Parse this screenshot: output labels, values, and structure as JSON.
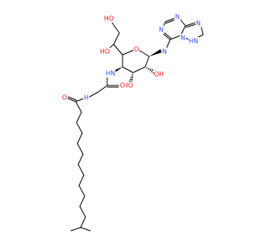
{
  "colors": {
    "bond": "#000000",
    "O": "#ff0d0d",
    "N": "#3050f8",
    "background": "#ffffff"
  },
  "atoms": [
    {
      "id": "A1",
      "label": "HO",
      "element": "O"
    },
    {
      "id": "A2",
      "label": "HO",
      "element": "O"
    },
    {
      "id": "A3",
      "label": "O",
      "element": "O"
    },
    {
      "id": "A4",
      "label": "N",
      "element": "N"
    },
    {
      "id": "A5",
      "label": "N",
      "element": "N"
    },
    {
      "id": "A6",
      "label": "N",
      "element": "N"
    },
    {
      "id": "A7",
      "label": "HN",
      "element": "N"
    },
    {
      "id": "A8",
      "label": "N",
      "element": "N"
    },
    {
      "id": "A9",
      "label": "N",
      "element": "N"
    },
    {
      "id": "A10",
      "label": "OH",
      "element": "O"
    },
    {
      "id": "A11",
      "label": "HO",
      "element": "O"
    },
    {
      "id": "A12",
      "label": "HN",
      "element": "N"
    },
    {
      "id": "A13",
      "label": "O",
      "element": "O"
    },
    {
      "id": "A14",
      "label": "H",
      "element": "N"
    },
    {
      "id": "A15",
      "label": "O",
      "element": "O"
    }
  ]
}
